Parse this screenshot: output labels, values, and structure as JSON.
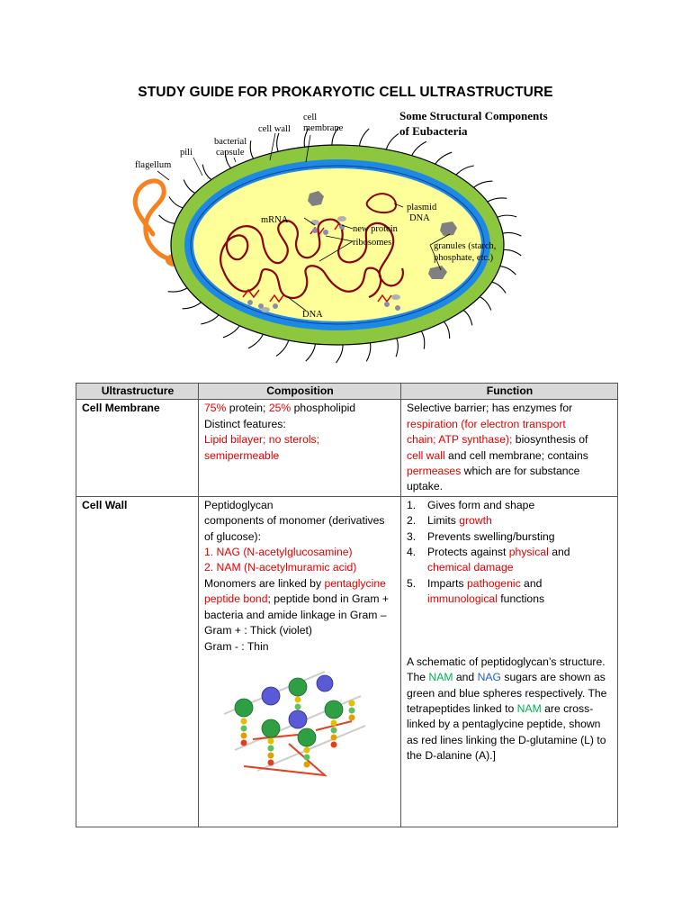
{
  "title": "STUDY GUIDE FOR PROKARYOTIC CELL ULTRASTRUCTURE",
  "diagram": {
    "heading_line1": "Some Structural Components",
    "heading_line2": "of Eubacteria",
    "labels": {
      "flagellum": "flagellum",
      "pili": "pili",
      "capsule_line1": "bacterial",
      "capsule_line2": "capsule",
      "cell_wall": "cell wall",
      "membrane_line1": "cell",
      "membrane_line2": "membrane",
      "plasmid_line1": "plasmid",
      "plasmid_line2": "DNA",
      "mrna": "mRNA",
      "new_protein": "new protein",
      "ribosomes": "ribosomes",
      "granules_line1": "granules (starch,",
      "granules_line2": "phosphate, etc.)",
      "dna": "DNA"
    },
    "colors": {
      "capsule": "#8dc63f",
      "cell_wall": "#1e88e5",
      "cytoplasm": "#ffff99",
      "flagellum": "#f58220",
      "dna": "#8b0000",
      "granules": "#808080"
    }
  },
  "table": {
    "headers": [
      "Ultrastructure",
      "Composition",
      "Function"
    ],
    "membrane": {
      "name": "Cell Membrane",
      "comp": {
        "protein_pct": "75%",
        "protein_text": " protein; ",
        "lipid_pct": "25%",
        "lipid_text": " phospholipid",
        "features_label": "Distinct features:",
        "features_line1": "Lipid bilayer; no sterols;",
        "features_line2": "semipermeable"
      },
      "func": {
        "p1": "Selective barrier; has enzymes for",
        "p2": "respiration (for electron transport",
        "p3": "chain; ATP synthase);",
        "p4": " biosynthesis of",
        "p5": "cell wall",
        "p6": " and cell membrane; contains",
        "p7": "permeases",
        "p8": " which are for substance",
        "p9": "uptake."
      }
    },
    "wall": {
      "name": "Cell Wall",
      "comp": {
        "l1": "Peptidoglycan",
        "l2": "components of monomer (derivatives of glucose):",
        "nag": "1. NAG (N-acetylglucosamine)",
        "nam": "2. NAM (N-acetylmuramic acid)",
        "link_pre": "Monomers are linked by ",
        "link_red1": "pentaglycine",
        "link_red2": "peptide bond",
        "link_post": "; peptide bond in Gram + bacteria and amide linkage in Gram –",
        "gram_pos": "Gram + : Thick (violet)",
        "gram_neg": "Gram - : Thin"
      },
      "func": {
        "i1_num": "1.",
        "i1": "Gives form and shape",
        "i2_num": "2.",
        "i2_pre": "Limits ",
        "i2_red": "growth",
        "i3_num": "3.",
        "i3": "Prevents swelling/bursting",
        "i4_num": "4.",
        "i4_pre": "Protects against ",
        "i4_red1": "physical",
        "i4_mid": " and ",
        "i4_red2": "chemical damage",
        "i5_num": "5.",
        "i5_pre": "Imparts ",
        "i5_red1": "pathogenic",
        "i5_mid": " and ",
        "i5_red2": "immunological",
        "i5_post": " functions",
        "s1": "A schematic of peptidoglycan’s structure. The ",
        "s_nam": "NAM",
        "s2": " and ",
        "s_nag": "NAG",
        "s3": " sugars are shown as green and blue spheres respectively. The tetrapeptides linked to ",
        "s_nam2": "NAM",
        "s4": " are cross-linked by a pentaglycine peptide, shown as red lines linking the D-glutamine (L) to the D-alanine (A).]"
      }
    }
  }
}
